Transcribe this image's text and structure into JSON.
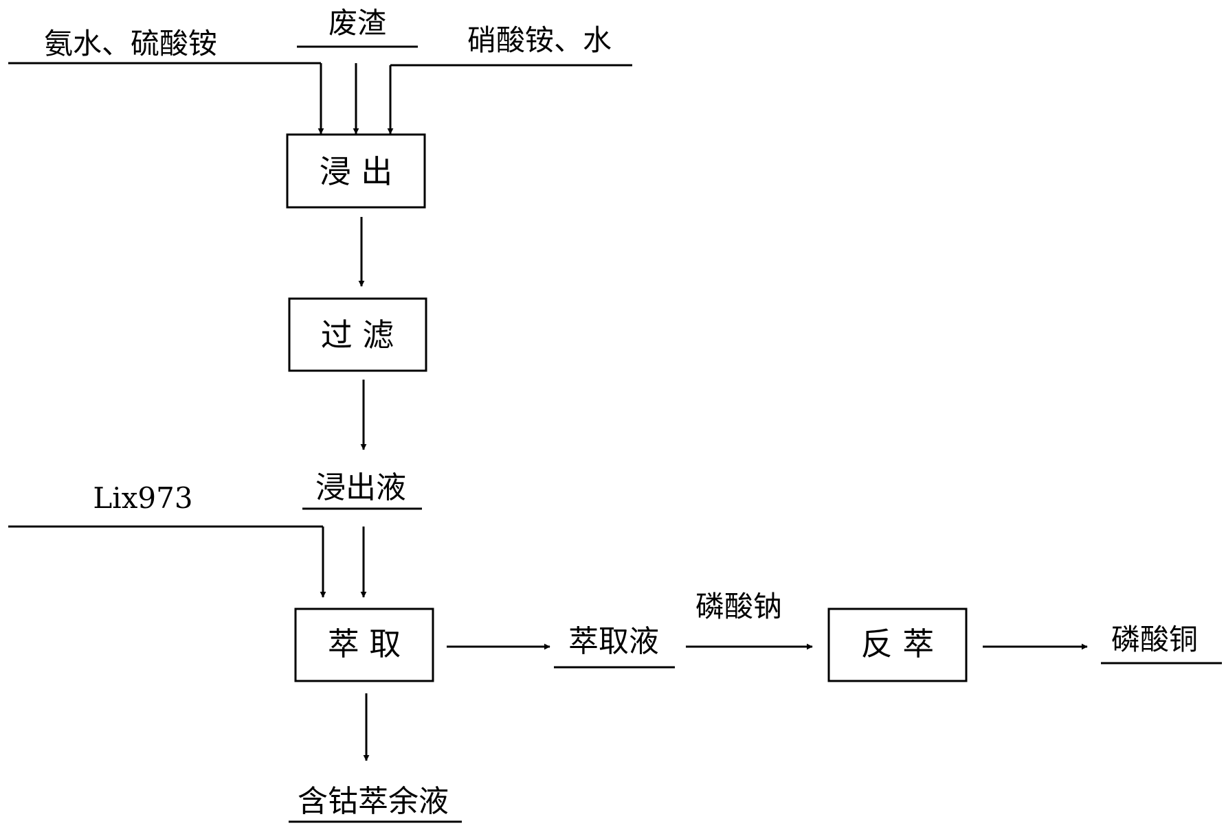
{
  "inputs": {
    "ammonia_sulfate": "氨水、硫酸铵",
    "waste_residue": "废渣",
    "nitrate_water": "硝酸铵、水",
    "extractant": "Lix973",
    "sodium_phosphate": "磷酸钠"
  },
  "steps": {
    "leach": "浸 出",
    "filter": "过 滤",
    "extract": "萃 取",
    "strip": "反 萃"
  },
  "intermediates": {
    "leachate": "浸出液",
    "loaded_organic": "萃取液"
  },
  "outputs": {
    "raffinate": "含钴萃余液",
    "product": "磷酸铜"
  }
}
